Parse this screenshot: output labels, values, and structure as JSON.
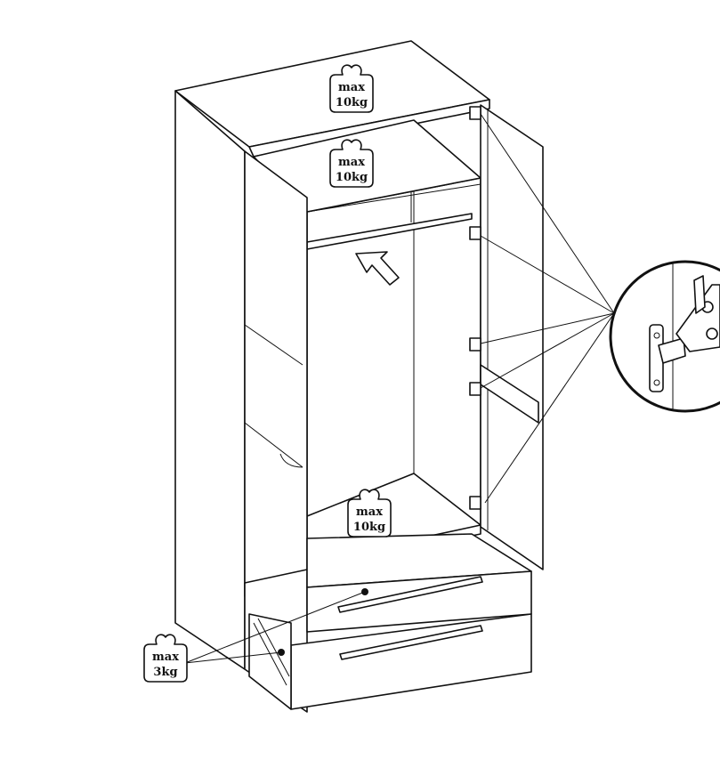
{
  "diagram": {
    "subject": "wardrobe-assembly",
    "load_labels": [
      {
        "line1": "max",
        "line2": "10kg"
      },
      {
        "line1": "max",
        "line2": "10kg"
      },
      {
        "line1": "max",
        "line2": "10kg"
      },
      {
        "line1": "max",
        "line2": "3kg"
      }
    ]
  }
}
